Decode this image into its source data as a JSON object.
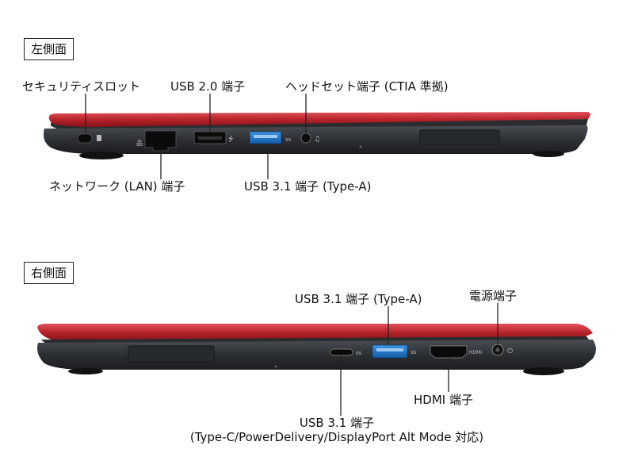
{
  "left_side": {
    "title": "左側面",
    "callouts": {
      "security_slot": "セキュリティスロット",
      "usb20": "USB 2.0 端子",
      "headset": "ヘッドセット端子 (CTIA 準拠)",
      "lan": "ネットワーク (LAN) 端子",
      "usb31a": "USB 3.1 端子 (Type-A)"
    }
  },
  "right_side": {
    "title": "右側面",
    "callouts": {
      "usb31a": "USB 3.1 端子 (Type-A)",
      "power": "電源端子",
      "hdmi": "HDMI 端子",
      "usbc_line1": "USB 3.1 端子",
      "usbc_line2": "(Type-C/PowerDelivery/DisplayPort Alt Mode 対応)"
    }
  },
  "colors": {
    "lid_red": "#b8232b",
    "body_dark": "#2c2f33",
    "usb3_blue": "#1a73c9"
  }
}
